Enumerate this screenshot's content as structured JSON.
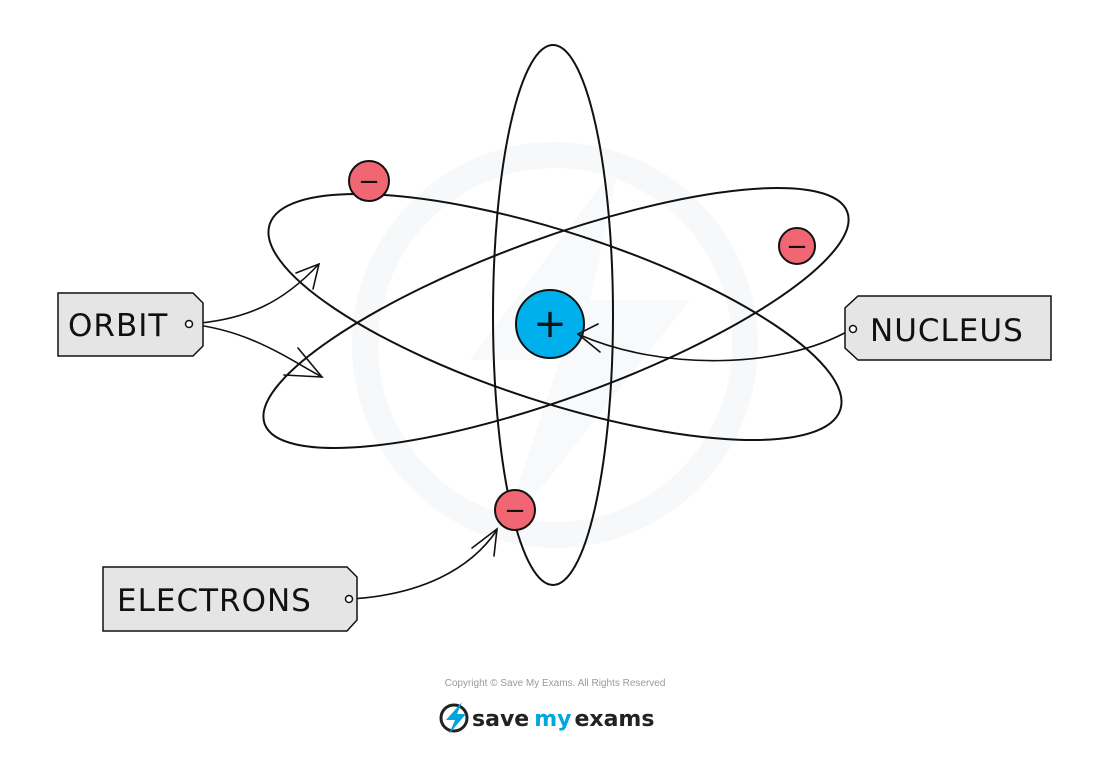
{
  "labels": {
    "orbit": "ORBIT",
    "nucleus": "NUCLEUS",
    "electrons": "ELECTRONS"
  },
  "symbols": {
    "electron_sign": "−",
    "nucleus_sign": "+"
  },
  "footer": {
    "copyright": "Copyright © Save My Exams. All Rights Reserved",
    "brand_save": "save",
    "brand_my": "my",
    "brand_exams": "exams",
    "brand_icon": "lightning-bolt-icon"
  },
  "colors": {
    "nucleus_fill": "#00b0ec",
    "electron_fill": "#f06773",
    "tag_fill": "#e5e5e5",
    "line": "#111111",
    "brand_blue": "#00a7de",
    "watermark": "#eef2f6"
  }
}
